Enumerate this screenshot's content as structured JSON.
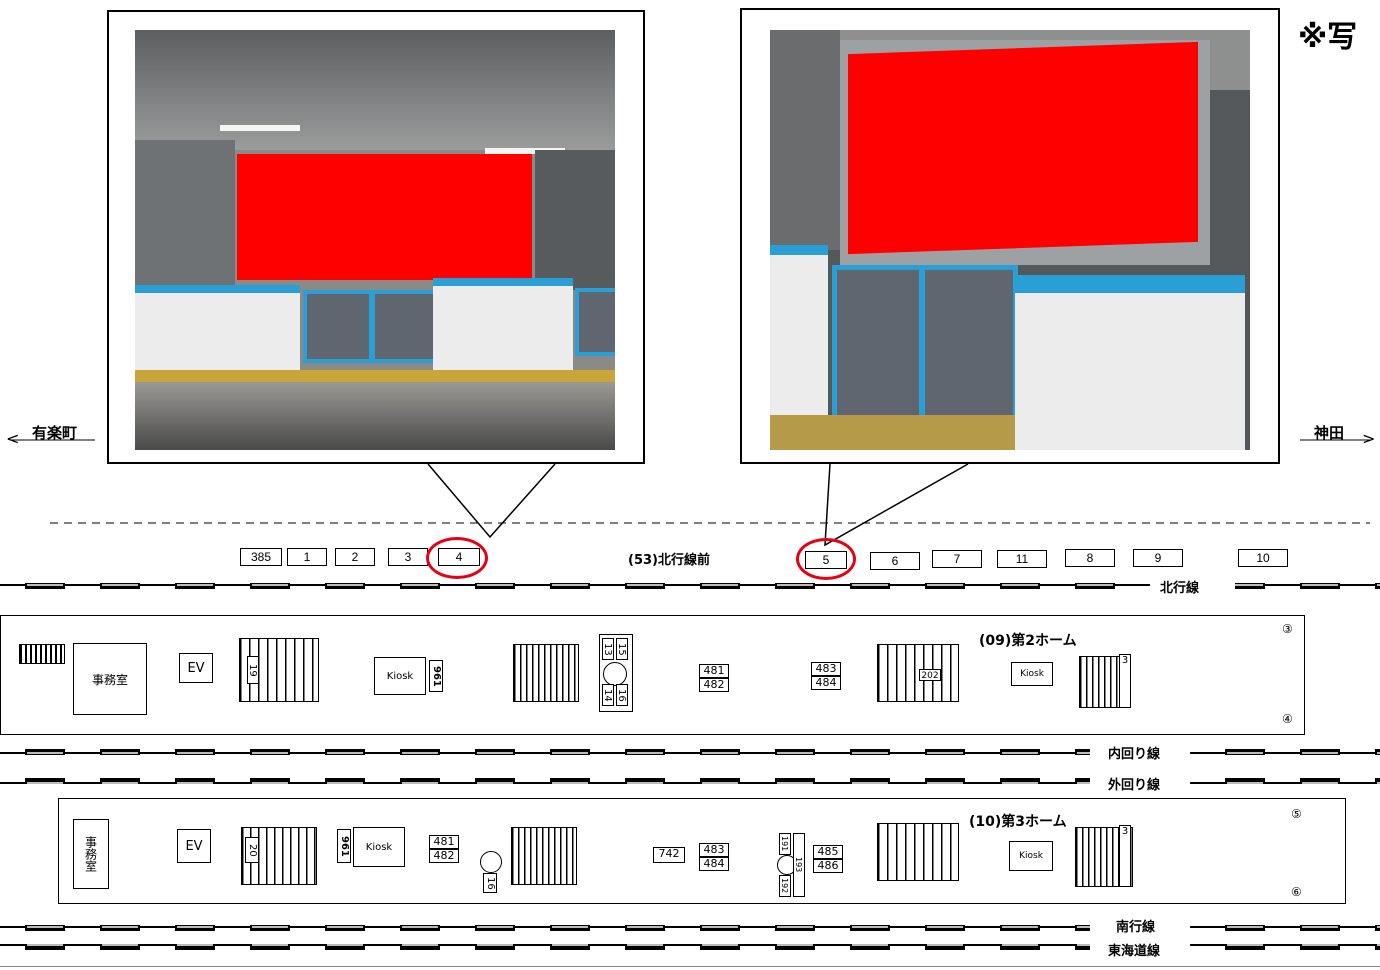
{
  "note": "※写",
  "stations": {
    "left": "有楽町",
    "right": "神田"
  },
  "billboard_numbers": [
    "385",
    "1",
    "2",
    "3",
    "4",
    "5",
    "6",
    "7",
    "11",
    "8",
    "9",
    "10"
  ],
  "billboard_group_label": "(53)北行線前",
  "highlighted": [
    "4",
    "5"
  ],
  "tracks": {
    "north": "北行線",
    "inner": "内回り線",
    "outer": "外回り線",
    "south": "南行線",
    "tokaido": "東海道線"
  },
  "platform2": {
    "label": "(09)第2ホーム",
    "track_top": "③",
    "track_bottom": "④",
    "office": "事務室",
    "ev": "EV",
    "kiosk": "Kiosk",
    "kiosk_num": "961",
    "stair_num": "19",
    "clock_nums": [
      "13",
      "15",
      "14",
      "16"
    ],
    "pair1": [
      "481",
      "482"
    ],
    "pair2": [
      "483",
      "484"
    ],
    "box_num": "202",
    "kiosk2": "Kiosk",
    "stair2_num": "3"
  },
  "platform3": {
    "label": "(10)第3ホーム",
    "track_top": "⑤",
    "track_bottom": "⑥",
    "office": "事務室",
    "ev": "EV",
    "stair_num": "20",
    "kiosk_num": "961",
    "kiosk": "Kiosk",
    "pair1": [
      "481",
      "482"
    ],
    "clock_num": "16",
    "num742": "742",
    "pair2": [
      "483",
      "484"
    ],
    "clock_nums": [
      "191",
      "192",
      "193"
    ],
    "pair3": [
      "485",
      "486"
    ],
    "kiosk2": "Kiosk",
    "stair2_num": "3"
  },
  "colors": {
    "ad": "#ff0000",
    "highlight": "#e60012",
    "pgd_blue": "#2a9fd6"
  }
}
